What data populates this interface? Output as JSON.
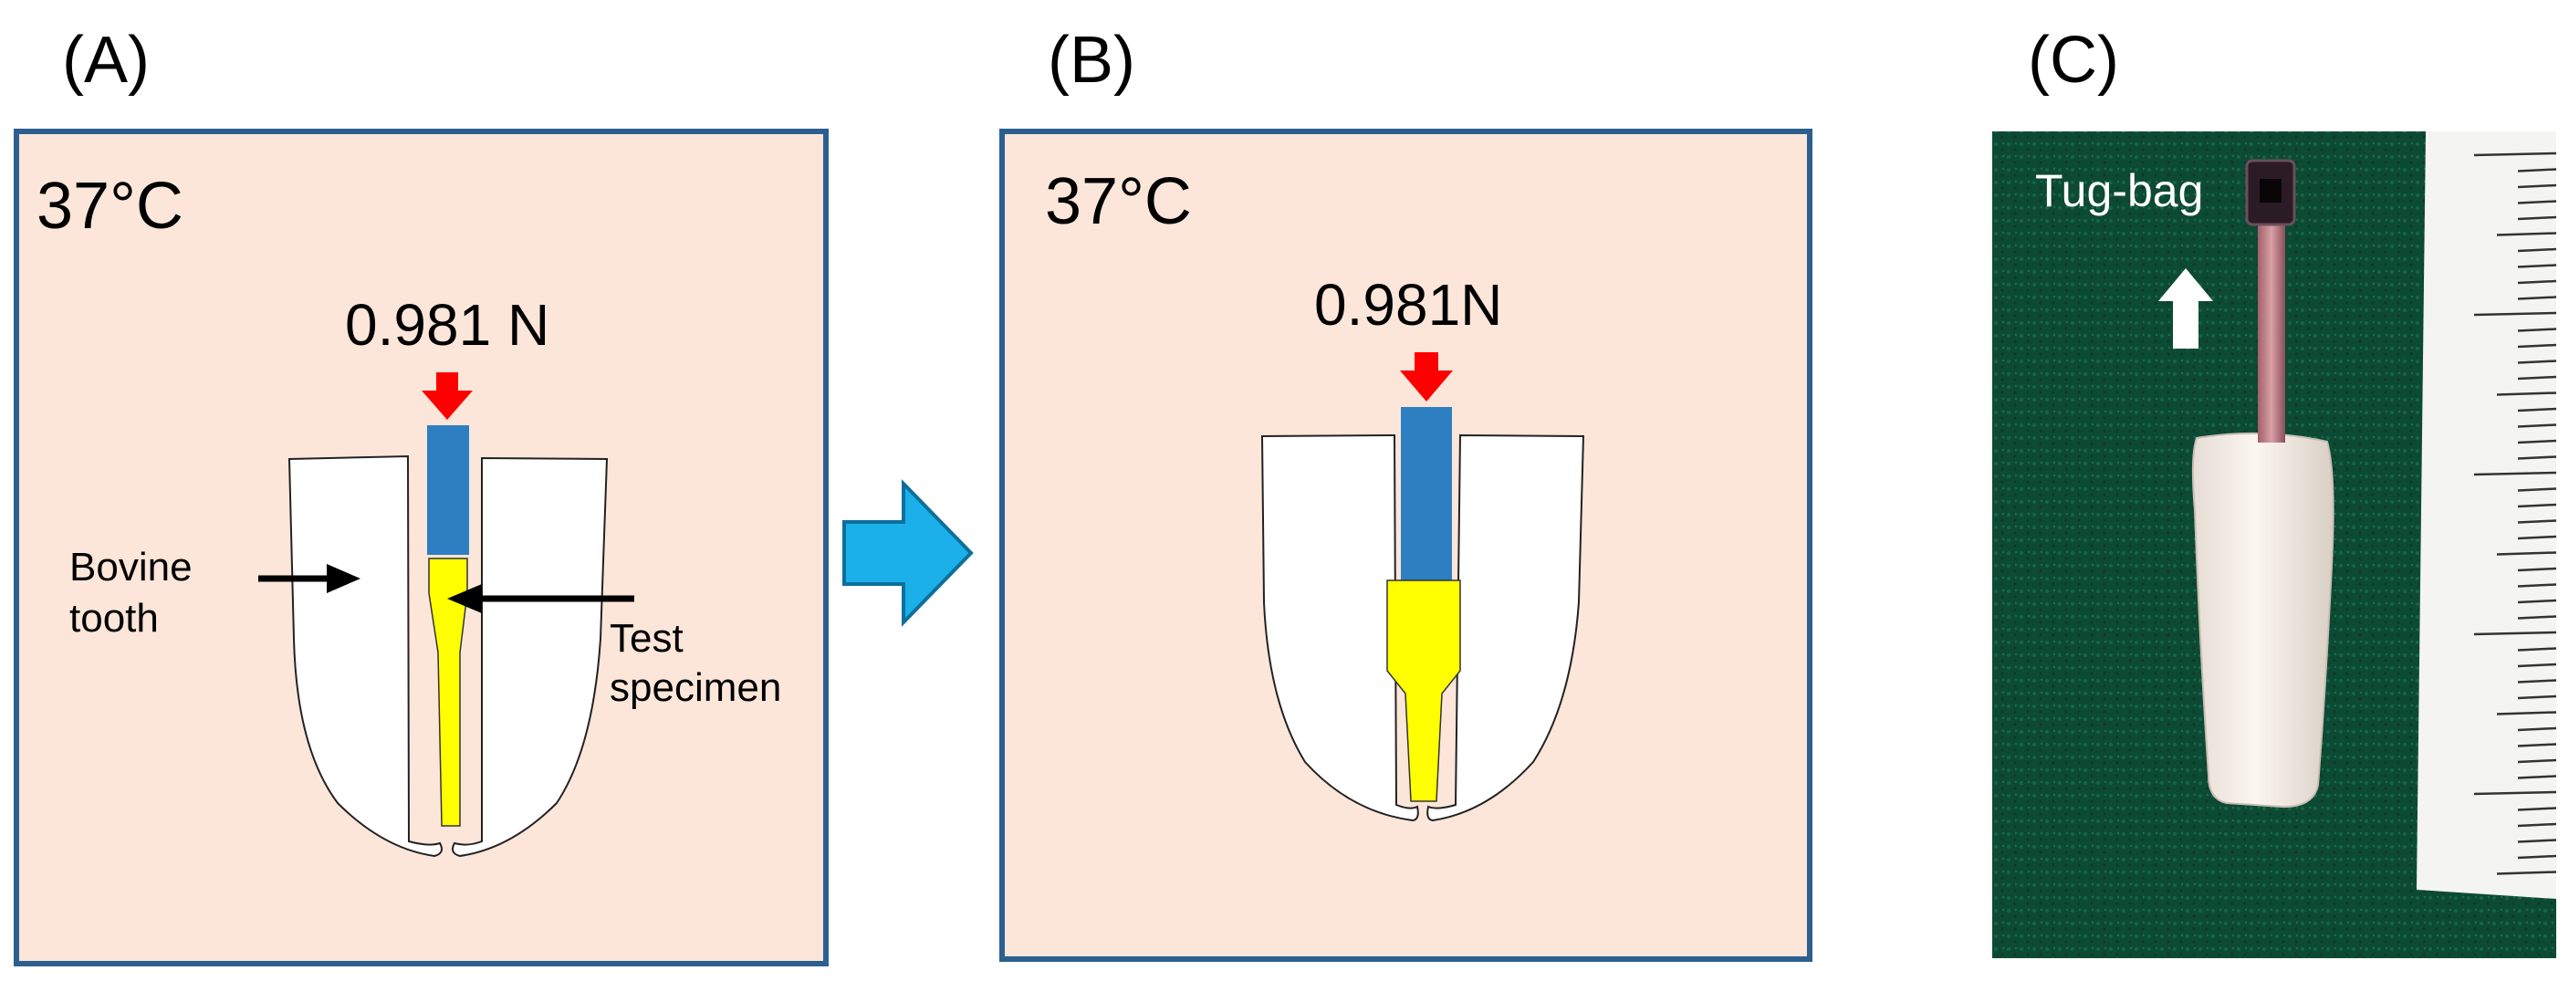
{
  "panels": {
    "a": {
      "label": "(A)",
      "temperature": "37°C",
      "force": "0.981 N",
      "annotation_left_line1": "Bovine",
      "annotation_left_line2": "tooth",
      "annotation_right_line1": "Test",
      "annotation_right_line2": "specimen"
    },
    "b": {
      "label": "(B)",
      "temperature": "37°C",
      "force": "0.981N"
    },
    "c": {
      "label": "(C)",
      "photo_label": "Tug-bag"
    }
  },
  "colors": {
    "panel_fill": "#fce6d9",
    "panel_border": "#2c5f8f",
    "tooth_fill": "#ffffff",
    "post_blue": "#2e7fc1",
    "specimen_yellow": "#ffff00",
    "force_arrow_red": "#ff0000",
    "transition_arrow_cyan": "#1bb0ea",
    "photo_background_green": "#0d4a34"
  }
}
